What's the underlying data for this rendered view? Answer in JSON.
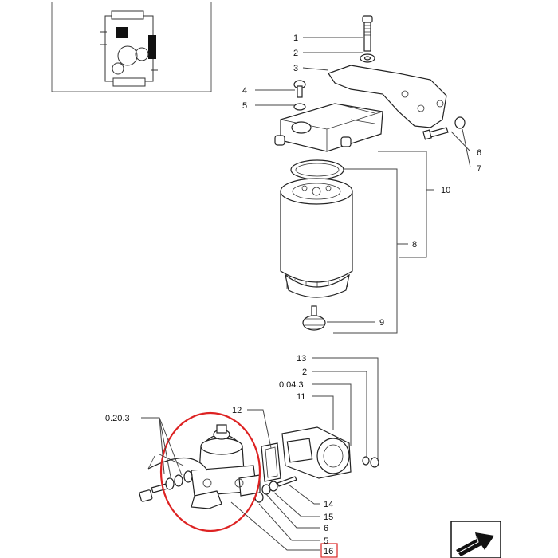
{
  "labels": {
    "l1": "1",
    "l2": "2",
    "l3": "3",
    "l4": "4",
    "l5": "5",
    "l6": "6",
    "l7": "7",
    "l8": "8",
    "l9": "9",
    "l10": "10",
    "l13": "13",
    "l2b": "2",
    "l043": "0.04.3",
    "l11": "11",
    "l12": "12",
    "l0203": "0.20.3",
    "l14": "14",
    "l15": "15",
    "l6b": "6",
    "l5b": "5",
    "l16": "16"
  },
  "colors": {
    "highlight_circle": "#dd2222",
    "highlight_box": "#dd2222"
  },
  "icons": {
    "engine_thumbnail": "engine-icon",
    "next_page": "arrow-icon"
  }
}
